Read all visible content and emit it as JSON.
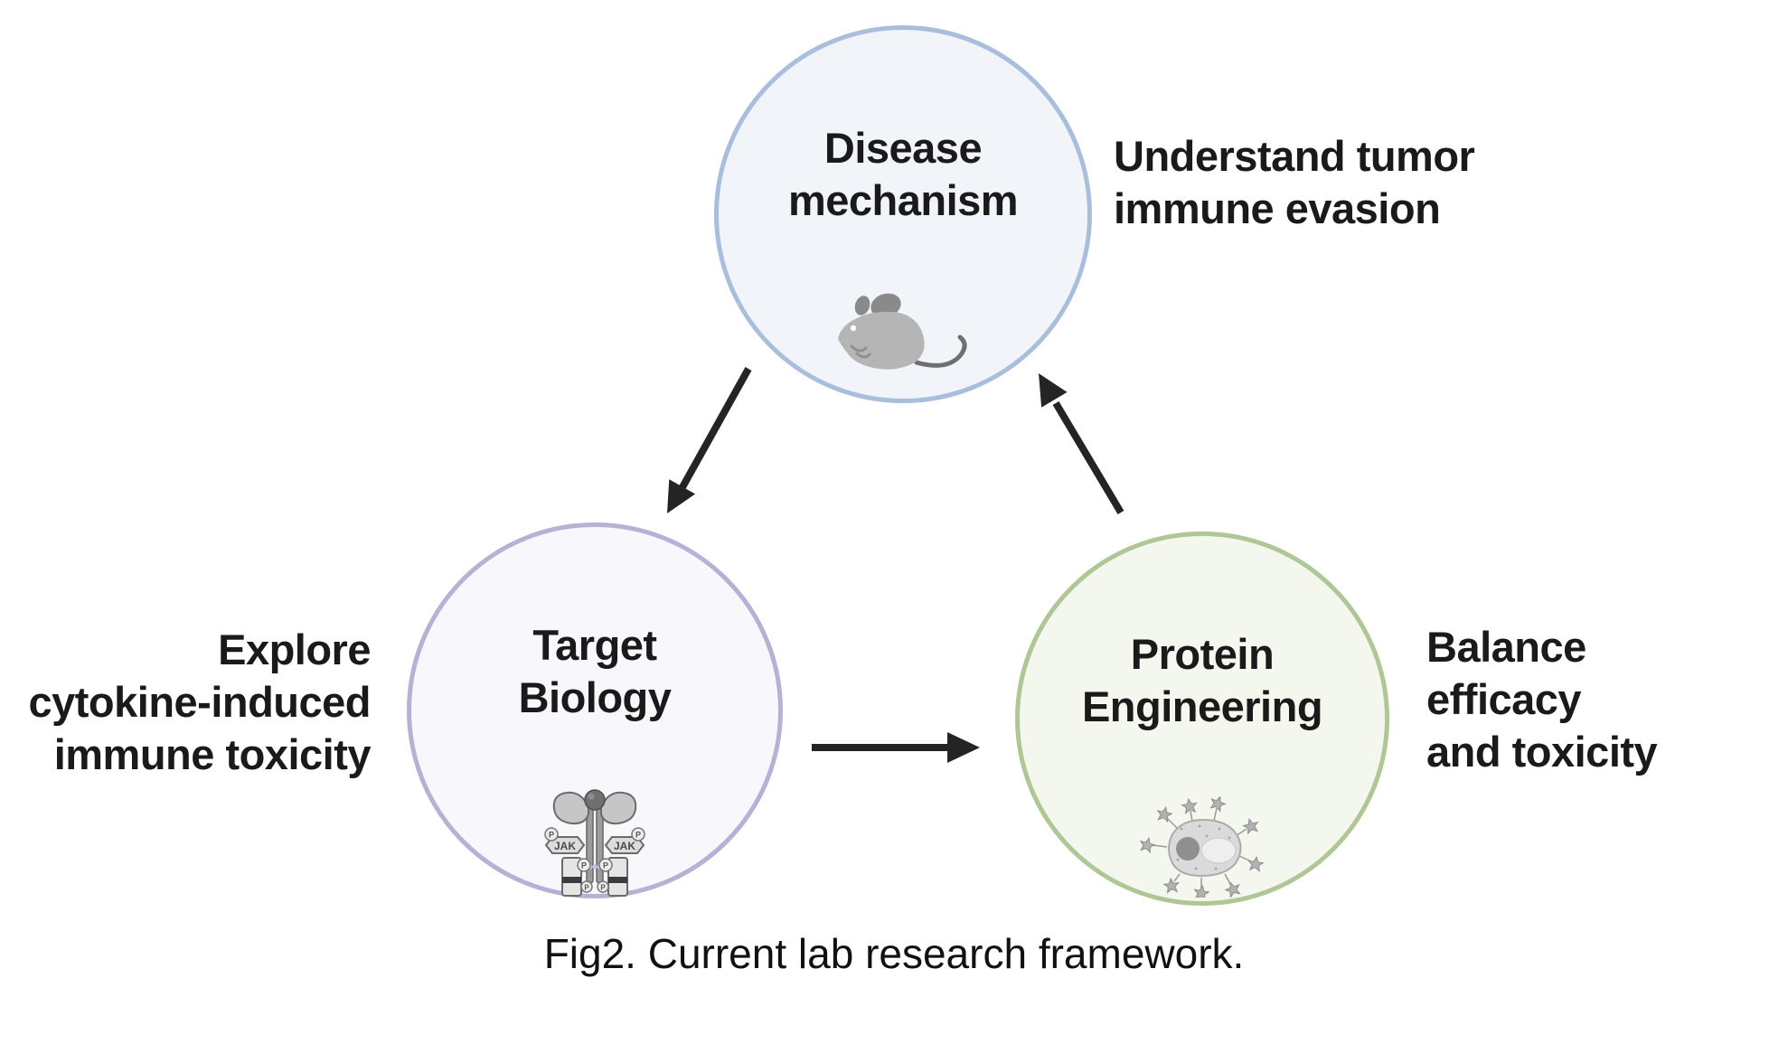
{
  "figure": {
    "caption": "Fig2. Current lab research framework."
  },
  "colors": {
    "background": "#ffffff",
    "text": "#1a1a1a",
    "arrow": "#242424"
  },
  "nodes": {
    "disease": {
      "label_lines": [
        "Disease",
        "mechanism"
      ],
      "annotation_lines": [
        "Understand tumor",
        "immune evasion"
      ],
      "border_color": "#a9bedd",
      "fill_color": "#f1f5fa",
      "icon": "mouse-icon"
    },
    "target": {
      "label_lines": [
        "Target",
        "Biology"
      ],
      "annotation_lines": [
        "Explore",
        "cytokine-induced",
        "immune toxicity"
      ],
      "border_color": "#b6b1d5",
      "fill_color": "#f8f7fb",
      "icon": "jak-receptor-icon"
    },
    "protein": {
      "label_lines": [
        "Protein",
        "Engineering"
      ],
      "annotation_lines": [
        "Balance",
        "efficacy",
        "and toxicity"
      ],
      "border_color": "#aec795",
      "fill_color": "#f3f7ee",
      "icon": "cell-antigen-icon"
    }
  },
  "icon_labels": {
    "jak": "JAK",
    "p": "P"
  }
}
